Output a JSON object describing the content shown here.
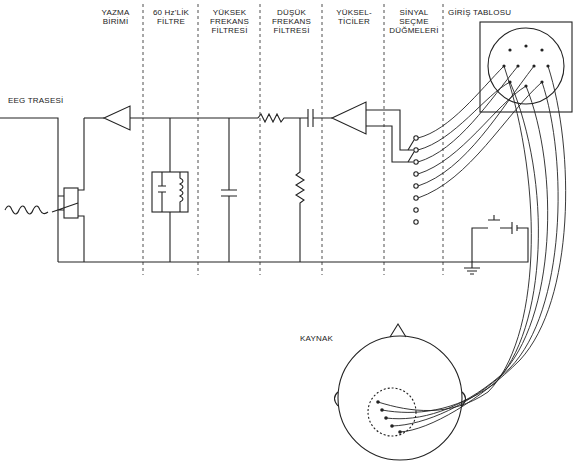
{
  "diagram": {
    "labels": [
      "EEG TRASESİ",
      "YAZMA BİRİMİ",
      "60 Hz'LİK FİLTRE",
      "YÜKSEK FREKANS FİLTRESİ",
      "DÜŞÜK FREKANS FİLTRESİ",
      "YÜKSEL- TİCİLER",
      "SİNYAL SEÇME DÜĞMELERİ",
      "GİRİŞ TABLOSU",
      "KAYNAK"
    ]
  }
}
